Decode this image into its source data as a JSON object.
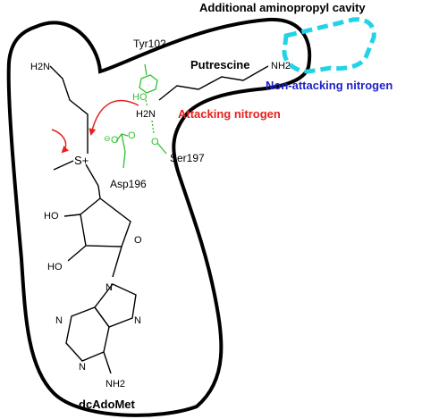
{
  "labels": {
    "cavity": "Additional aminopropyl cavity",
    "putrescine": "Putrescine",
    "non_attacking": "Non-attacking nitrogen",
    "attacking": "Attacking nitrogen",
    "tyr": "Tyr102",
    "ser": "Ser197",
    "asp": "Asp196",
    "dcadomet": "dcAdoMet"
  },
  "atoms": {
    "h2n_top": "H2N",
    "nh2_putrescine": "NH2",
    "h2n_attacking": "H2N",
    "sulfonium": "S+",
    "oh_tyr": "HO",
    "o_ser": "O",
    "ho_sugar_top": "HO",
    "ho_sugar_bottom": "HO",
    "o_ring": "O",
    "n_9": "N",
    "n_7": "N",
    "n_3": "N",
    "n_1": "N",
    "nh2_adenine": "NH2",
    "o_carboxylate": "O",
    "o_carboxylate_2": "O",
    "charge_minus": "⊖"
  },
  "colors": {
    "outline": "#000000",
    "cavity": "#22d3e6",
    "attacking": "#e8201c",
    "non_attacking": "#1f22c8",
    "residues": "#2fc12f",
    "arrows": "#e8201c"
  }
}
